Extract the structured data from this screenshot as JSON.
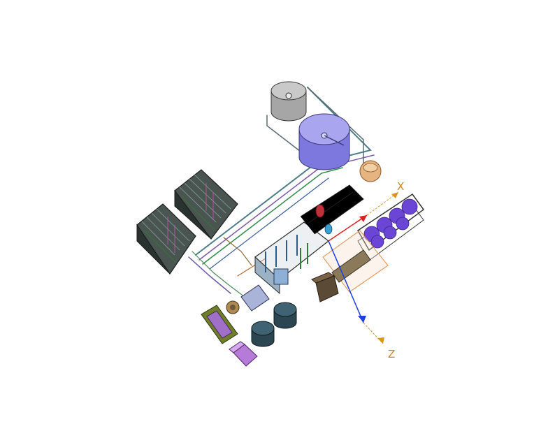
{
  "viewport": {
    "background": "#ffffff",
    "axes": {
      "x_label": "X",
      "z_label": "Z",
      "x_color": "#d9961a",
      "z_color": "#d9961a",
      "red_axis_color": "#e02020",
      "blue_axis_color": "#1d3ee0"
    },
    "components": [
      {
        "name": "gray-tank",
        "color": "#b3b3b3"
      },
      {
        "name": "large-lavender-tank",
        "color": "#8a86e8"
      },
      {
        "name": "small-orange-tank",
        "color": "#e8b985"
      },
      {
        "name": "rack-module-left",
        "color": "#2a2f2e"
      },
      {
        "name": "rack-module-right",
        "color": "#2a2f2e"
      },
      {
        "name": "purple-vessel-skid",
        "color": "#6b45d6"
      },
      {
        "name": "central-process-skid",
        "color": "#3a5a78"
      },
      {
        "name": "olive-tray",
        "color": "#7b8a2e"
      },
      {
        "name": "dark-teal-tanks",
        "color": "#2e4a56"
      },
      {
        "name": "lavender-box",
        "color": "#c08ae0"
      },
      {
        "name": "brown-box",
        "color": "#5b4a35"
      },
      {
        "name": "selection-bounding-box",
        "color": "#e0a070"
      }
    ]
  }
}
